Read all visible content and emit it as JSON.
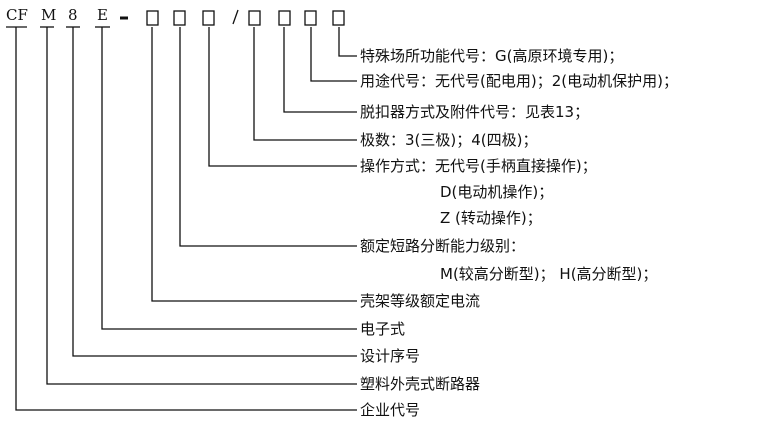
{
  "code_row": {
    "prefix": "CF",
    "m": "M",
    "digit": "8",
    "e": "E",
    "dash": "-",
    "slash": "/"
  },
  "descriptions": {
    "special_location": "特殊场所功能代号：G(高原环境专用)；",
    "usage": "用途代号：无代号(配电用)；2(电动机保护用)；",
    "release_accessory": "脱扣器方式及附件代号：见表13；",
    "poles": "极数：3(三极)；4(四极)；",
    "operation_main": "操作方式：无代号(手柄直接操作)；",
    "operation_d": "D(电动机操作)；",
    "operation_z": "Z (转动操作)；",
    "breaking_capacity": "额定短路分断能力级别：",
    "breaking_capacity_values": "M(较高分断型)；  H(高分断型)；",
    "frame_current": "壳架等级额定电流",
    "electronic": "电子式",
    "design_no": "设计序号",
    "mccb": "塑料外壳式断路器",
    "company_code": "企业代号"
  },
  "colors": {
    "line": "#111111",
    "text": "#111111"
  }
}
